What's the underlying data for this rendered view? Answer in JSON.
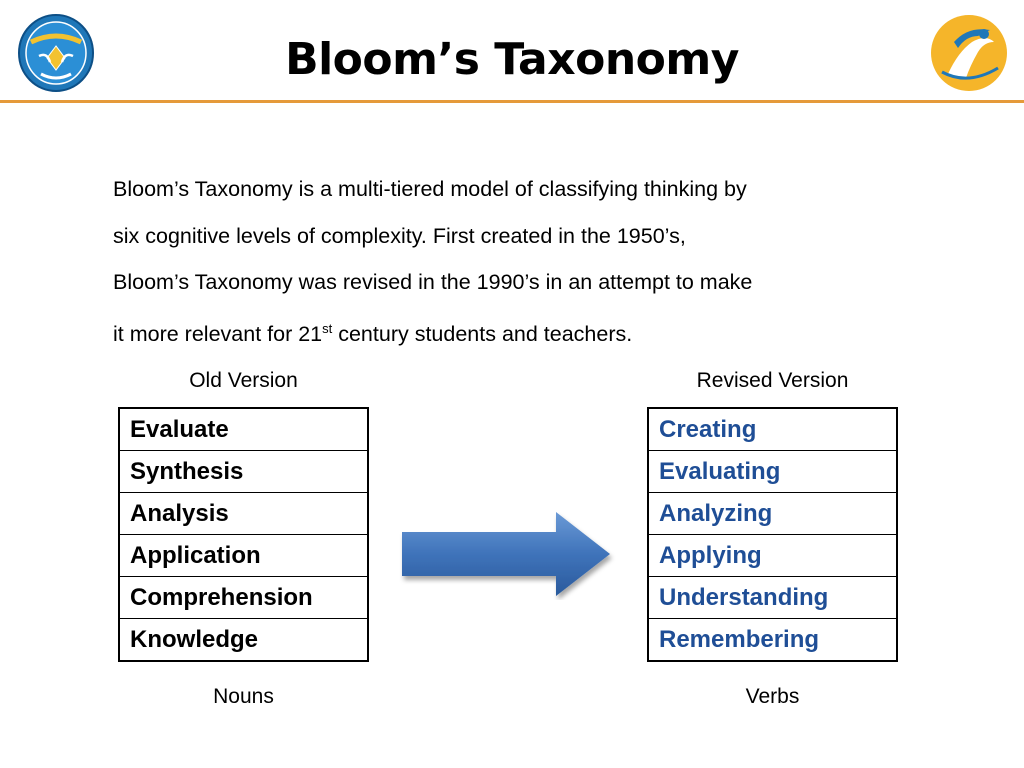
{
  "header": {
    "title": "Bloom’s Taxonomy",
    "left_logo": "ministry-emblem-icon",
    "right_logo": "kurikulum-2013-logo-icon"
  },
  "intro": {
    "line1": "Bloom’s Taxonomy is a multi-tiered model of classifying thinking by",
    "line2": "six cognitive levels of complexity. First created in the 1950’s,",
    "line3": "Bloom’s Taxonomy was revised in the 1990’s in an attempt to make",
    "line4_before": "it more relevant for 21",
    "line4_sup": "st",
    "line4_after": " century students and teachers."
  },
  "old_version": {
    "heading": "Old Version",
    "items": [
      "Evaluate",
      "Synthesis",
      "Analysis",
      "Application",
      "Comprehension",
      "Knowledge"
    ],
    "footer": "Nouns"
  },
  "revised_version": {
    "heading": "Revised Version",
    "items": [
      "Creating",
      "Evaluating",
      "Analyzing",
      "Applying",
      "Understanding",
      "Remembering"
    ],
    "footer": "Verbs"
  },
  "colors": {
    "accent_rule": "#e59a3a",
    "revised_text": "#1f4e96",
    "arrow_fill": "#4a7ec4"
  },
  "arrow_icon": "right-arrow-icon"
}
